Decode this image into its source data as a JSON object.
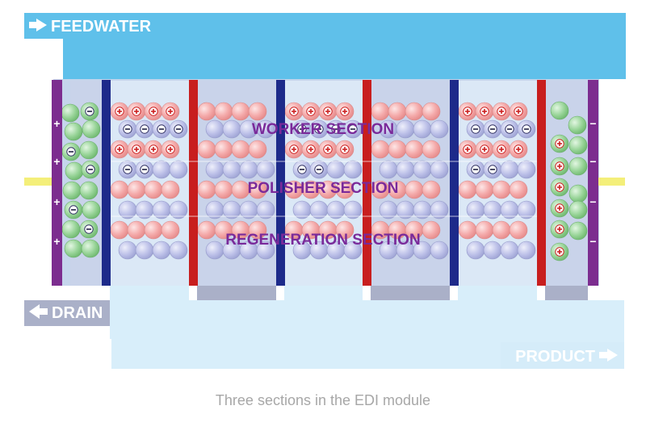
{
  "labels": {
    "feedwater": "FEEDWATER",
    "drain": "DRAIN",
    "product": "PRODUCT",
    "sections": [
      "WORKER SECTION",
      "POLISHER SECTION",
      "REGENERATION SECTION"
    ]
  },
  "caption": "Three sections in the EDI module",
  "electrodes": {
    "anode_sign": "+",
    "cathode_sign": "−"
  },
  "colors": {
    "feed_blue": "#5fc0ea",
    "drain_gray": "#aab0c8",
    "product_pale": "#d8eefa",
    "electrode_purple": "#7c2d8f",
    "anion_membrane": "#1d2a8a",
    "cation_membrane": "#c81e1e",
    "section_text": "#7a2a9a",
    "cation_bead": "#f4a7a7",
    "anion_bead": "#b8bde6",
    "green_bead": "#8fcf8f",
    "axis_yellow": "#f4ef7a"
  }
}
